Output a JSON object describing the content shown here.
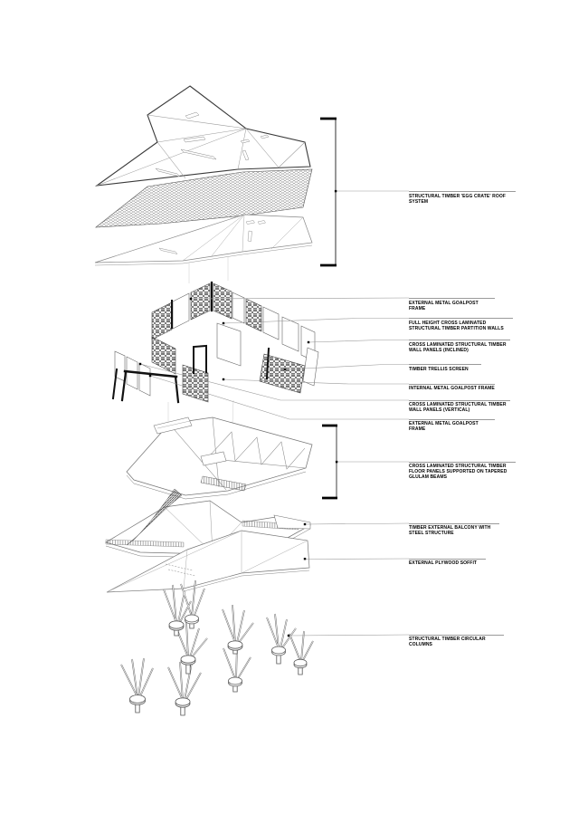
{
  "labels": [
    {
      "text": "STRUCTURAL TIMBER 'EGG CRATE' ROOF SYSTEM"
    },
    {
      "text": "EXTERNAL METAL GOALPOST FRAME"
    },
    {
      "text": "FULL HEIGHT CROSS LAMINATED STRUCTURAL TIMBER PARTITION WALLS"
    },
    {
      "text": "CROSS LAMINATED STRUCTURAL TIMBER WALL PANELS (INCLINED)"
    },
    {
      "text": "TIMBER TRELLIS SCREEN"
    },
    {
      "text": "INTERNAL METAL GOALPOST FRAME"
    },
    {
      "text": "CROSS LAMINATED STRUCTURAL TIMBER WALL PANELS (VERTICAL)"
    },
    {
      "text": "EXTERNAL METAL GOALPOST FRAME"
    },
    {
      "text": "CROSS LAMINATED STRUCTURAL TIMBER FLOOR PANELS SUPPORTED ON TAPERED GLULAM BEAMS"
    },
    {
      "text": "TIMBER EXTERNAL BALCONY WITH STEEL STRUCTURE"
    },
    {
      "text": "EXTERNAL PLYWOOD SOFFIT"
    },
    {
      "text": "STRUCTURAL TIMBER CIRCULAR COLUMNS"
    }
  ],
  "colors": {
    "background": "#ffffff",
    "heavy_line": "#3a3a3a",
    "light_line": "#777777",
    "leader_line": "#9a9a9a",
    "frame_dark": "#111111",
    "text": "#000000"
  }
}
